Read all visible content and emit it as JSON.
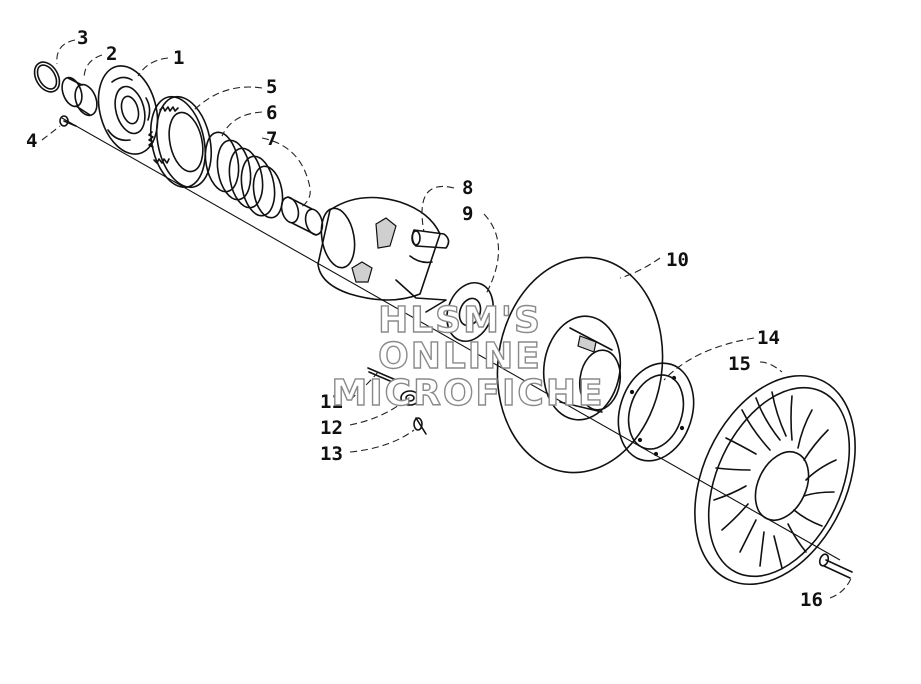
{
  "diagram": {
    "callouts": [
      {
        "id": "c1",
        "label": "1"
      },
      {
        "id": "c2",
        "label": "2"
      },
      {
        "id": "c3",
        "label": "3"
      },
      {
        "id": "c4",
        "label": "4"
      },
      {
        "id": "c5",
        "label": "5"
      },
      {
        "id": "c6",
        "label": "6"
      },
      {
        "id": "c7",
        "label": "7"
      },
      {
        "id": "c8",
        "label": "8"
      },
      {
        "id": "c9",
        "label": "9"
      },
      {
        "id": "c10",
        "label": "10"
      },
      {
        "id": "c11",
        "label": "11"
      },
      {
        "id": "c12",
        "label": "12"
      },
      {
        "id": "c13",
        "label": "13"
      },
      {
        "id": "c14",
        "label": "14"
      },
      {
        "id": "c15",
        "label": "15"
      },
      {
        "id": "c16",
        "label": "16"
      }
    ],
    "watermark": {
      "line1": "HLSM'S",
      "line2": "ONLINE",
      "line3": "MICROFICHE"
    }
  }
}
